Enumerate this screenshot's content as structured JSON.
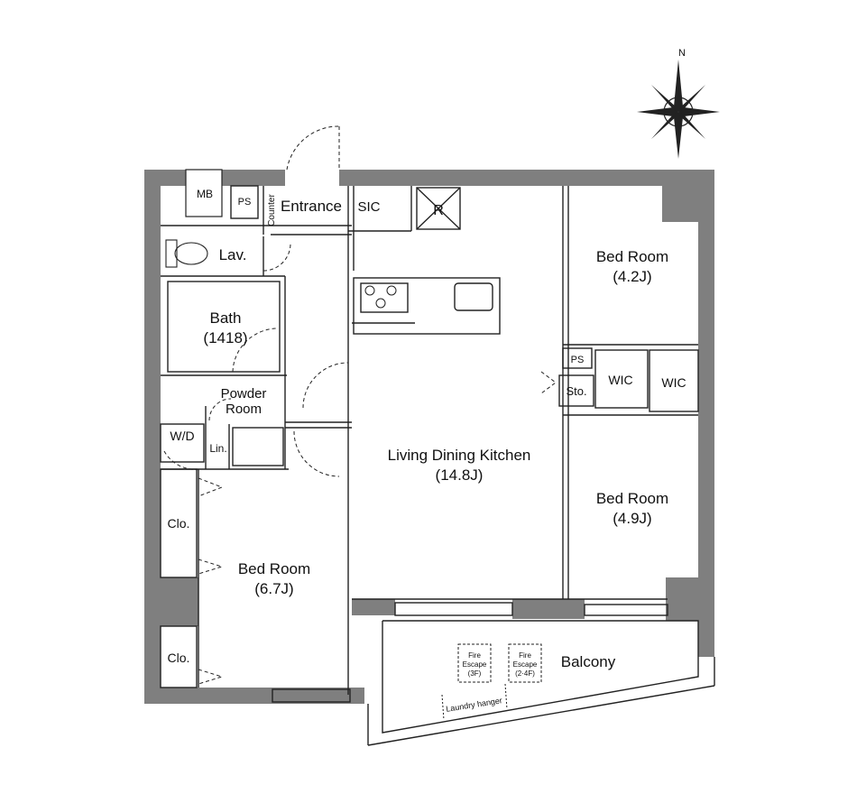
{
  "compass": {
    "north_label": "N"
  },
  "rooms": {
    "mb": "MB",
    "ps_top": "PS",
    "counter": "Counter",
    "entrance": "Entrance",
    "sic": "SIC",
    "fridge": "R",
    "lav": "Lav.",
    "bath_name": "Bath",
    "bath_size": "(1418)",
    "powder_line1": "Powder",
    "powder_line2": "Room",
    "wd": "W/D",
    "lin": "Lin.",
    "clo_upper": "Clo.",
    "clo_lower": "Clo.",
    "bed_left_name": "Bed Room",
    "bed_left_size": "(6.7J)",
    "ldk_name": "Living Dining Kitchen",
    "ldk_size": "(14.8J)",
    "bed_top_right_name": "Bed Room",
    "bed_top_right_size": "(4.2J)",
    "ps_mid": "PS",
    "sto": "Sto.",
    "wic_a": "WIC",
    "wic_b": "WIC",
    "bed_bottom_right_name": "Bed Room",
    "bed_bottom_right_size": "(4.9J)",
    "balcony": "Balcony",
    "fire_escape_1": {
      "line1": "Fire",
      "line2": "Escape",
      "line3": "(3F)"
    },
    "fire_escape_2": {
      "line1": "Fire",
      "line2": "Escape",
      "line3": "(2·4F)"
    },
    "laundry": "Laundry hanger"
  },
  "colors": {
    "wall": "#7f7f7f",
    "line": "#222222",
    "background": "#ffffff"
  }
}
